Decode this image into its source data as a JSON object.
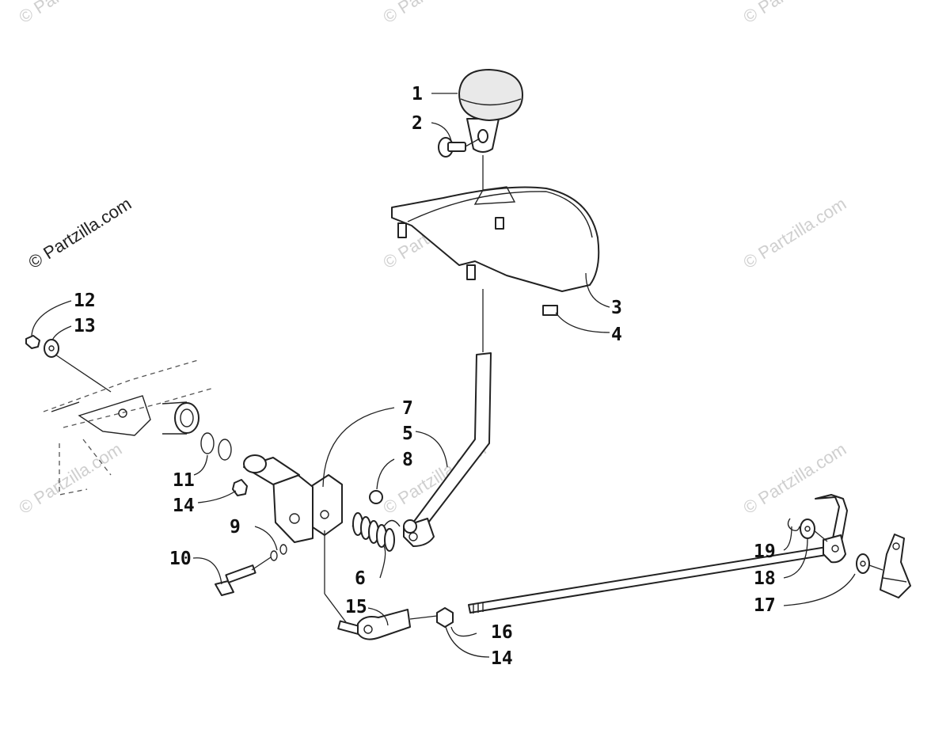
{
  "watermark": {
    "main_text": "© Partzilla.com",
    "faint_text": "© Partzilla.com"
  },
  "callouts": {
    "c1": "1",
    "c2": "2",
    "c3": "3",
    "c4": "4",
    "c5": "5",
    "c6": "6",
    "c7": "7",
    "c8": "8",
    "c9": "9",
    "c10": "10",
    "c11": "11",
    "c12": "12",
    "c13": "13",
    "c14a": "14",
    "c14b": "14",
    "c15": "15",
    "c16": "16",
    "c17": "17",
    "c18": "18",
    "c19": "19"
  },
  "colors": {
    "line": "#222222",
    "watermark": "#cfcfcf",
    "background": "#ffffff"
  }
}
